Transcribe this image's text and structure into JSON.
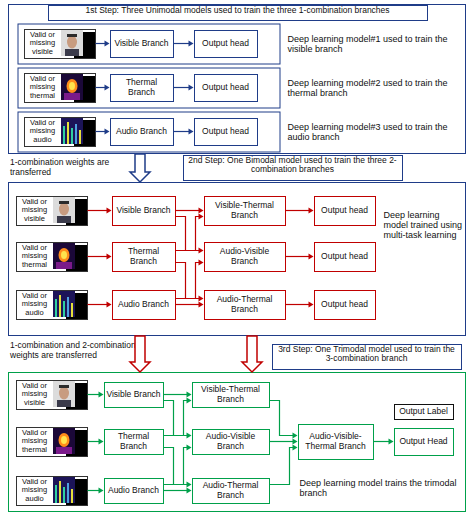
{
  "diagram": {
    "nodes": [
      {
        "text": [
          "1st Step: Three Unimodal models used to train the three 1-combination branches",
          "Deep learning model#1 used to train the visible branch",
          "Deep learning model#2 used to train the thermal branch",
          "Deep learning model#3 used to train the audio branch"
        ]
      },
      {
        "text": [
          "Valid or missing visible"
        ],
        "in": 0
      },
      {
        "text": [
          "Visible Branch"
        ],
        "in": 0
      },
      {
        "text": [
          "Output head"
        ],
        "in": 0
      },
      {
        "text": [
          "Valid or missing thermal"
        ],
        "in": 0
      },
      {
        "text": [
          "Thermal Branch"
        ],
        "in": 0
      },
      {
        "text": [
          "Output head"
        ],
        "in": 0
      },
      {
        "text": [
          "Valid or missing audio"
        ],
        "in": 0
      },
      {
        "text": [
          "Audio Branch"
        ],
        "in": 0
      },
      {
        "text": [
          "Output head"
        ],
        "in": 0
      },
      {
        "text": [
          "2nd Step: One Bimodal model used to train the three 2-combination branches",
          "Deep learning model trained using multi-task learning"
        ]
      },
      {
        "text": [
          "Valid or missing visible"
        ],
        "in": 10
      },
      {
        "text": [
          "Visible Branch"
        ],
        "in": 10
      },
      {
        "text": [
          "Visible-Thermal Branch"
        ],
        "in": 10
      },
      {
        "text": [
          "Output head"
        ],
        "in": 10
      },
      {
        "text": [
          "Valid or missing thermal"
        ],
        "in": 10
      },
      {
        "text": [
          "Thermal Branch"
        ],
        "in": 10
      },
      {
        "text": [
          "Audio-Visible Branch"
        ],
        "in": 10
      },
      {
        "text": [
          "Output head"
        ],
        "in": 10
      },
      {
        "text": [
          "Valid or missing audio"
        ],
        "in": 10
      },
      {
        "text": [
          "Audio Branch"
        ],
        "in": 10
      },
      {
        "text": [
          "Audio-Thermal Branch"
        ],
        "in": 10
      },
      {
        "text": [
          "Output head"
        ],
        "in": 10
      },
      {
        "text": [
          "3rd Step: One Trimodal model used to train the 3-combination branch",
          "Deep learning model trains the trimodal branch"
        ]
      },
      {
        "text": [
          "Valid or missing visible"
        ],
        "in": 23
      },
      {
        "text": [
          "Visible Branch"
        ],
        "in": 23
      },
      {
        "text": [
          "Visible-Thermal Branch"
        ],
        "in": 23
      },
      {
        "text": [
          "Valid or missing thermal"
        ],
        "in": 23
      },
      {
        "text": [
          "Thermal Branch"
        ],
        "in": 23
      },
      {
        "text": [
          "Audio-Visible Branch"
        ],
        "in": 23
      },
      {
        "text": [
          "Audio-Visible-Thermal Branch"
        ],
        "in": 23
      },
      {
        "text": [
          "Output Label"
        ],
        "in": 23
      },
      {
        "text": [
          "Output Head"
        ],
        "in": 23
      },
      {
        "text": [
          "Valid or missing audio"
        ],
        "in": 23
      },
      {
        "text": [
          "Audio Branch"
        ],
        "in": 23
      },
      {
        "text": [
          "Audio-Thermal Branch"
        ],
        "in": 23
      }
    ],
    "edges": [
      {
        "from": 1,
        "to": 2,
        "arrow": "to"
      },
      {
        "from": 2,
        "to": 3,
        "arrow": "to"
      },
      {
        "from": 4,
        "to": 5,
        "arrow": "to"
      },
      {
        "from": 5,
        "to": 6,
        "arrow": "to"
      },
      {
        "from": 7,
        "to": 8,
        "arrow": "to"
      },
      {
        "from": 8,
        "to": 9,
        "arrow": "to"
      },
      {
        "from": 11,
        "to": 12,
        "arrow": "to"
      },
      {
        "from": 15,
        "to": 16,
        "arrow": "to"
      },
      {
        "from": 19,
        "to": 20,
        "arrow": "to"
      },
      {
        "from": 12,
        "to": 13,
        "arrow": "to"
      },
      {
        "from": 16,
        "to": 13,
        "arrow": "to"
      },
      {
        "from": 12,
        "to": 17,
        "arrow": "to"
      },
      {
        "from": 20,
        "to": 17,
        "arrow": "to"
      },
      {
        "from": 16,
        "to": 21,
        "arrow": "to"
      },
      {
        "from": 20,
        "to": 21,
        "arrow": "to"
      },
      {
        "from": 13,
        "to": 14,
        "arrow": "to"
      },
      {
        "from": 17,
        "to": 18,
        "arrow": "to"
      },
      {
        "from": 21,
        "to": 22,
        "arrow": "to"
      },
      {
        "from": 24,
        "to": 25,
        "arrow": "to"
      },
      {
        "from": 27,
        "to": 28,
        "arrow": "to"
      },
      {
        "from": 33,
        "to": 34,
        "arrow": "to"
      },
      {
        "from": 25,
        "to": 26,
        "arrow": "to"
      },
      {
        "from": 28,
        "to": 26,
        "arrow": "to"
      },
      {
        "from": 25,
        "to": 29,
        "arrow": "to"
      },
      {
        "from": 34,
        "to": 29,
        "arrow": "to"
      },
      {
        "from": 28,
        "to": 35,
        "arrow": "to"
      },
      {
        "from": 34,
        "to": 35,
        "arrow": "to"
      },
      {
        "from": 26,
        "to": 30,
        "arrow": "to"
      },
      {
        "from": 29,
        "to": 30,
        "arrow": "to"
      },
      {
        "from": 35,
        "to": 30,
        "arrow": "to"
      },
      {
        "from": 30,
        "to": 32,
        "arrow": "to"
      },
      {
        "from": 0,
        "to": 10,
        "arrow": "to"
      },
      {
        "from": 10,
        "to": 23,
        "arrow": "to"
      },
      {
        "from": 10,
        "to": 23,
        "arrow": "to"
      }
    ],
    "labels": [
      "1-combination weights are transferred",
      "1-combination and 2-combination weights are transferred"
    ]
  }
}
